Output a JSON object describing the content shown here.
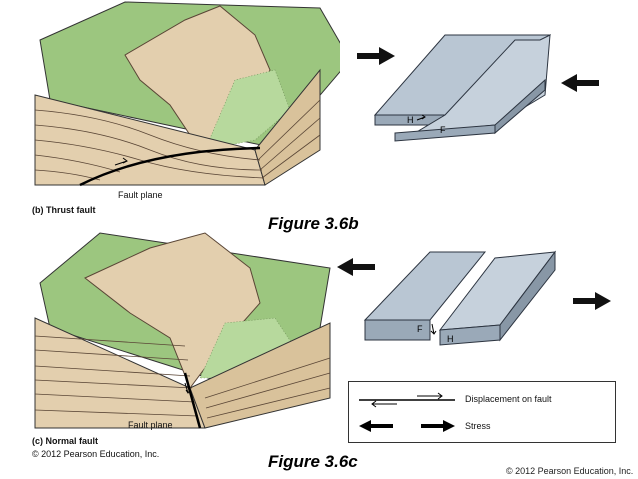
{
  "top_panel": {
    "caption": "(b) Thrust fault",
    "fault_plane_label": "Fault plane",
    "block_labels": {
      "hanging_wall": "H",
      "footwall": "F"
    }
  },
  "figure_b_title": "Figure 3.6b",
  "bottom_panel": {
    "caption": "(c) Normal fault",
    "fault_plane_label": "Fault plane",
    "credit": "© 2012 Pearson Education, Inc.",
    "block_labels": {
      "hanging_wall": "H",
      "footwall": "F"
    }
  },
  "figure_c_title": "Figure 3.6c",
  "legend": {
    "displacement": "Displacement on fault",
    "stress": "Stress"
  },
  "footer_copyright": "© 2012 Pearson Education, Inc.",
  "colors": {
    "land_green": "#9cc67f",
    "rock_tan": "#e3cfae",
    "rock_line": "#5a4636",
    "block_blue": "#b9c6d3",
    "block_edge": "#2c3440"
  }
}
